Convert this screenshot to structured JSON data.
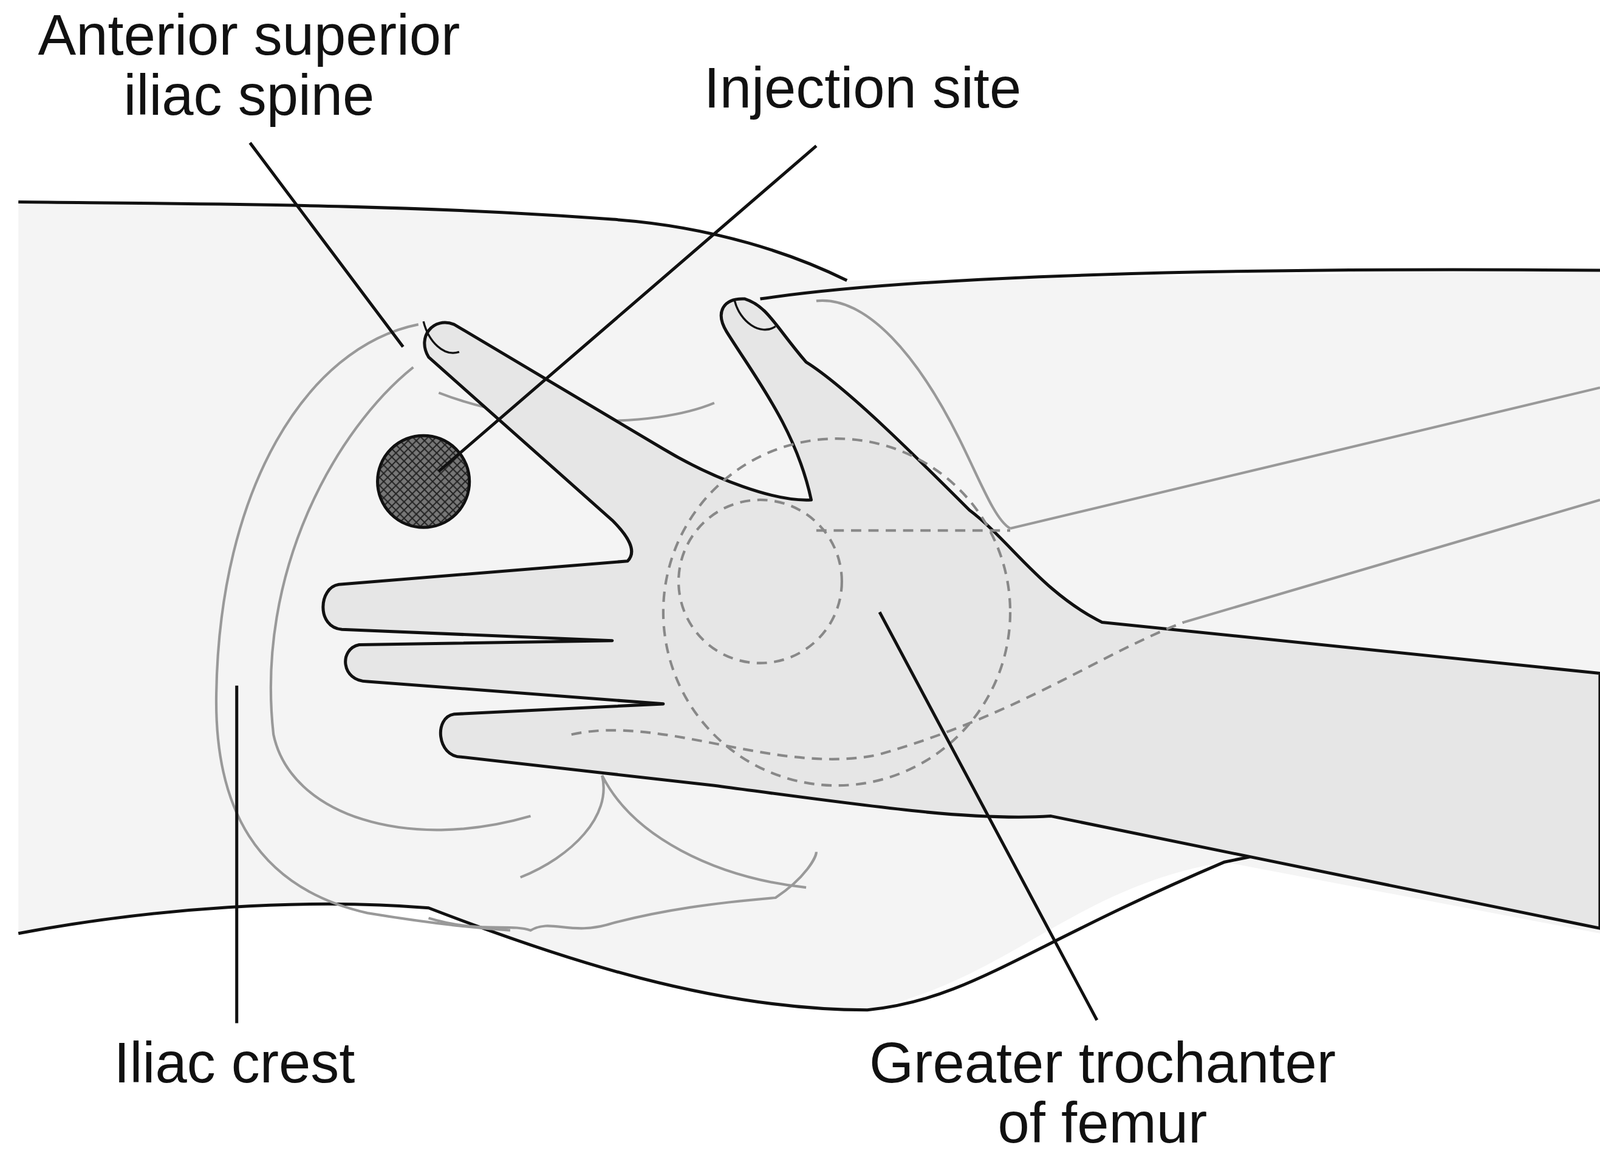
{
  "diagram": {
    "labels": [
      "Anterior superior iliac spine",
      "Injection site",
      "Iliac crest",
      "Greater trochanter of femur"
    ]
  }
}
